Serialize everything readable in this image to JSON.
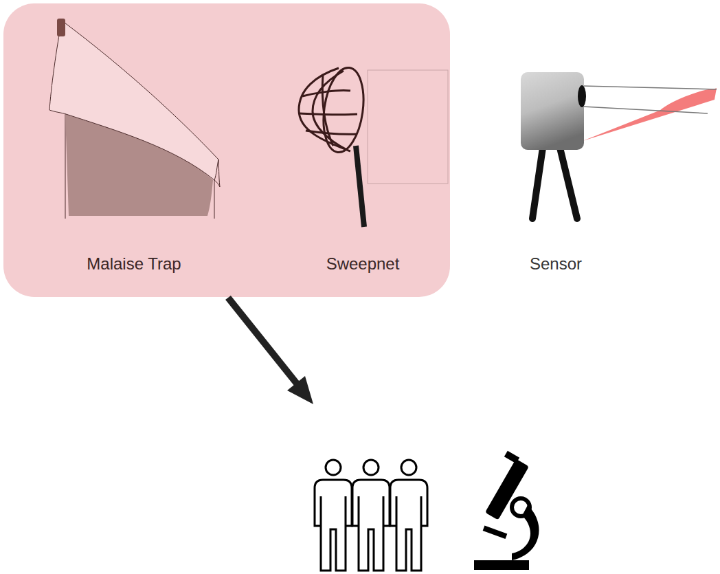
{
  "diagram": {
    "nodes": [
      {
        "text": [
          "Malaise Trap",
          "Sweepnet"
        ]
      }
    ],
    "labels": [
      "Sensor"
    ]
  }
}
